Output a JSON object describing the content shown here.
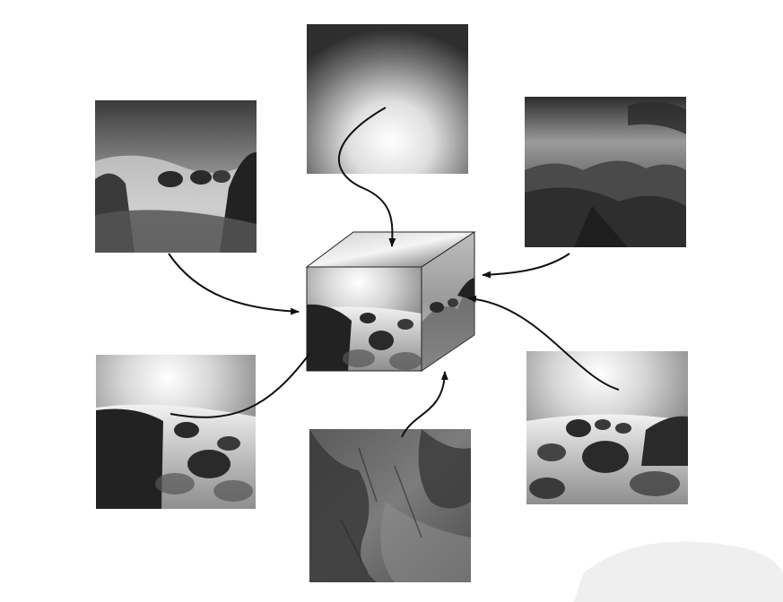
{
  "diagram": {
    "faces": [
      {
        "id": "top",
        "content": "bright-sky"
      },
      {
        "id": "left",
        "content": "misty-rocky-landscape"
      },
      {
        "id": "back",
        "content": "cloudy-sky-over-cliffs"
      },
      {
        "id": "front",
        "content": "fog-and-boulders"
      },
      {
        "id": "right",
        "content": "fog-and-boulders"
      },
      {
        "id": "bottom",
        "content": "rocky-ground"
      }
    ],
    "cube": {
      "content": "environment-map-cube"
    },
    "arrows": [
      {
        "from": "top",
        "to": "cube"
      },
      {
        "from": "left",
        "to": "cube"
      },
      {
        "from": "back",
        "to": "cube"
      },
      {
        "from": "front",
        "to": "cube"
      },
      {
        "from": "right",
        "to": "cube"
      },
      {
        "from": "bottom",
        "to": "cube"
      }
    ]
  }
}
